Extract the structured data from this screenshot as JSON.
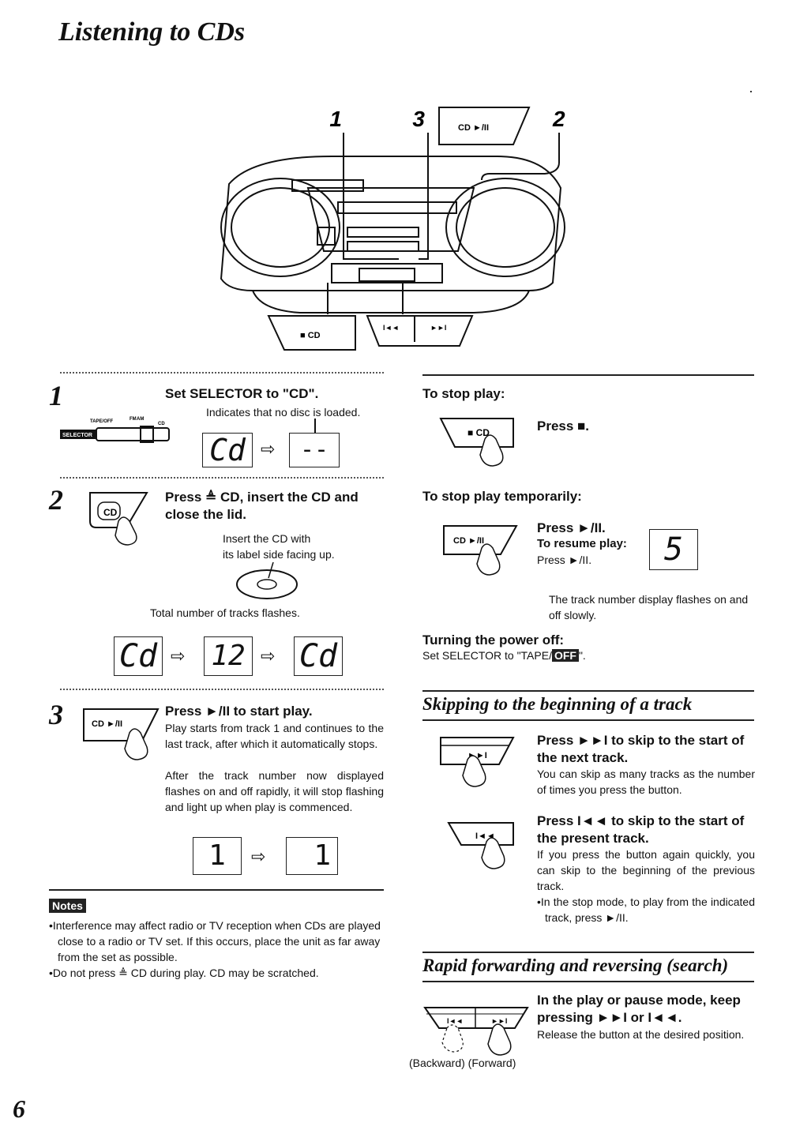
{
  "page_title": "Listening to CDs",
  "page_number": "6",
  "diagram": {
    "callouts": [
      "1",
      "3",
      "2"
    ],
    "labels": {
      "play_pause": "CD ►/II",
      "stop": "■  CD",
      "skip_back": "I◄◄",
      "skip_fwd": "►►I"
    }
  },
  "step1": {
    "num": "1",
    "heading": "Set SELECTOR to \"CD\".",
    "note": "Indicates that no disc is loaded.",
    "selector_labels": {
      "tape": "TAPE/OFF",
      "fm": "FM",
      "am": "AM",
      "cd": "CD",
      "selector": "SELECTOR"
    },
    "display_from": "Cd",
    "display_to": "--"
  },
  "step2": {
    "num": "2",
    "heading": "Press ≜ CD, insert the CD and close the lid.",
    "button_label": "CD",
    "insert_note_1": "Insert the CD with",
    "insert_note_2": "its label side facing up.",
    "tracks_note": "Total number of tracks flashes.",
    "displays": [
      "Cd",
      "12",
      "Cd"
    ]
  },
  "step3": {
    "num": "3",
    "heading": "Press ►/II to start play.",
    "button_label": "CD ►/II",
    "body_1": "Play starts from track 1 and continues to the last track, after which it automatically stops.",
    "body_2": "After the track number now displayed flashes on and off rapidly, it will stop flashing and light up when play is commenced.",
    "displays": [
      "1",
      "1"
    ]
  },
  "notes": {
    "label": "Notes",
    "items": [
      "Interference may affect radio or TV reception when CDs are played close to a radio or TV set. If this occurs, place the unit as far away from the set as possible.",
      "Do not press ≜ CD during play. CD may be scratched."
    ]
  },
  "stop": {
    "heading": "To stop play:",
    "instruction": "Press ■.",
    "button_label": "■  CD"
  },
  "pause": {
    "heading": "To stop play temporarily:",
    "instruction": "Press ►/II.",
    "resume_heading": "To resume play:",
    "resume_instruction": "Press ►/II.",
    "button_label": "CD ►/II",
    "display": "5",
    "note": "The track number display flashes on and off slowly."
  },
  "power_off": {
    "heading": "Turning the power off:",
    "text": "Set SELECTOR to \"TAPE/",
    "off_badge": "OFF",
    "text_end": "\"."
  },
  "skip": {
    "title": "Skipping to the beginning of a track",
    "next_heading": "Press ►►I to skip to the start of the next track.",
    "next_body": "You can skip as many tracks as the number of times you press the button.",
    "prev_heading": "Press I◄◄ to skip to the start of the present track.",
    "prev_body": "If you press the button again quickly, you can skip to the beginning of the previous track.",
    "prev_bullet": "In the stop mode, to play from the indicated track, press ►/II."
  },
  "search": {
    "title": "Rapid forwarding and reversing (search)",
    "heading": "In the play or pause mode, keep pressing ►►I or I◄◄.",
    "body": "Release the button at the desired position.",
    "caption": "(Backward) (Forward)"
  }
}
